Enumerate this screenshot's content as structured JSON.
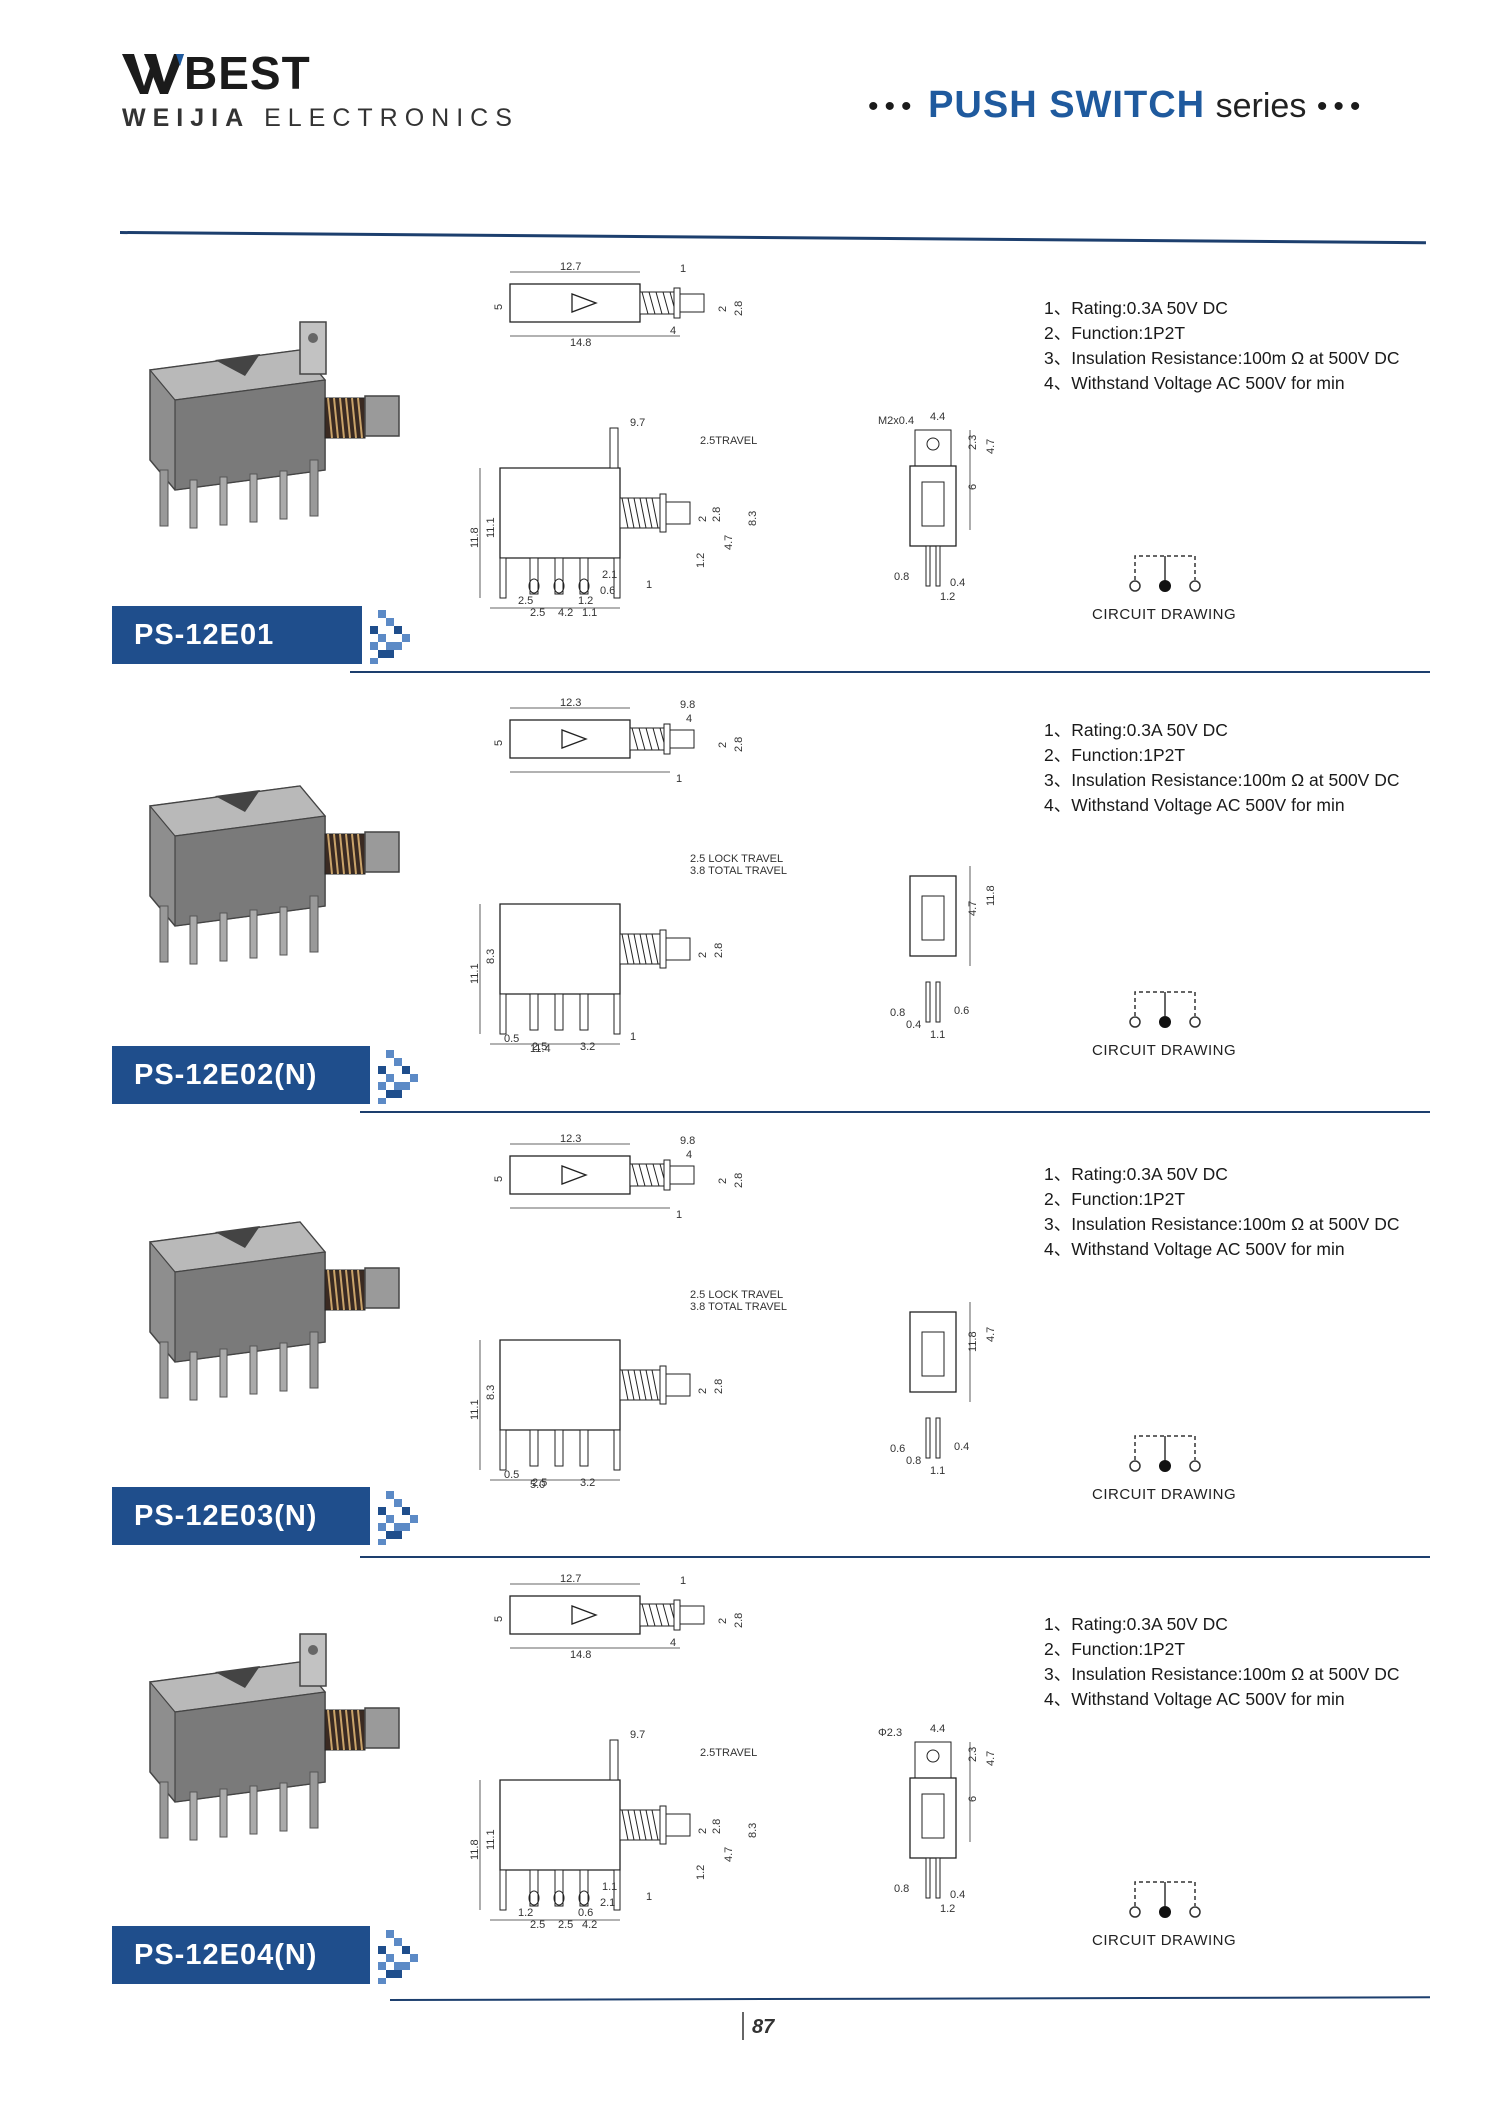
{
  "header": {
    "brand": "BEST",
    "company_bold": "WEIJIA",
    "company_rest": " ELECTRONICS",
    "series_product": "PUSH SWITCH",
    "series_suffix": "series",
    "dots": "•••"
  },
  "sections": [
    {
      "model": "PS-12E01",
      "specs": [
        "1、Rating:0.3A 50V DC",
        "2、Function:1P2T",
        "3、Insulation Resistance:100m Ω at 500V DC",
        "4、Withstand Voltage AC 500V for min"
      ],
      "circuit_label": "CIRCUIT DRAWING",
      "dims_top": [
        "12.7",
        "1",
        "5",
        "14.8",
        "4",
        "2",
        "2.8"
      ],
      "dims_side": [
        "9.7",
        "2.5TRAVEL",
        "11.8",
        "11.1",
        "2",
        "2.8",
        "4.7",
        "8.3",
        "1.2",
        "2.1",
        "0.6",
        "1.2",
        "2.5",
        "2.5",
        "4.2",
        "1.1",
        "1"
      ],
      "dims_front": [
        "M2x0.4",
        "4.4",
        "2.3",
        "4.7",
        "6",
        "0.8",
        "0.4",
        "1.2"
      ]
    },
    {
      "model": "PS-12E02(N)",
      "specs": [
        "1、Rating:0.3A 50V DC",
        "2、Function:1P2T",
        "3、Insulation Resistance:100m Ω at 500V DC",
        "4、Withstand Voltage AC 500V for min"
      ],
      "circuit_label": "CIRCUIT DRAWING",
      "dims_top": [
        "12.3",
        "9.8",
        "4",
        "5",
        "2",
        "2.8",
        "1"
      ],
      "dims_side": [
        "2.5 LOCK TRAVEL",
        "3.8 TOTAL TRAVEL",
        "11.1",
        "8.3",
        "2",
        "2.8",
        "0.5",
        "2.5",
        "3.2",
        "11.4",
        "1"
      ],
      "dims_front": [
        "4.7",
        "11.8",
        "0.8",
        "0.4",
        "0.6",
        "1.1"
      ]
    },
    {
      "model": "PS-12E03(N)",
      "specs": [
        "1、Rating:0.3A 50V DC",
        "2、Function:1P2T",
        "3、Insulation Resistance:100m Ω at 500V DC",
        "4、Withstand Voltage AC 500V for min"
      ],
      "circuit_label": "CIRCUIT DRAWING",
      "dims_top": [
        "12.3",
        "9.8",
        "4",
        "5",
        "2",
        "2.8",
        "1"
      ],
      "dims_side": [
        "2.5 LOCK TRAVEL",
        "3.8 TOTAL TRAVEL",
        "11.1",
        "8.3",
        "2",
        "2.8",
        "0.5",
        "2.5",
        "3.2",
        "5.0"
      ],
      "dims_front": [
        "11.8",
        "4.7",
        "0.6",
        "0.8",
        "0.4",
        "1.1"
      ]
    },
    {
      "model": "PS-12E04(N)",
      "specs": [
        "1、Rating:0.3A 50V DC",
        "2、Function:1P2T",
        "3、Insulation Resistance:100m Ω at 500V DC",
        "4、Withstand Voltage AC 500V for min"
      ],
      "circuit_label": "CIRCUIT DRAWING",
      "dims_top": [
        "12.7",
        "1",
        "5",
        "14.8",
        "4",
        "2",
        "2.8"
      ],
      "dims_side": [
        "9.7",
        "2.5TRAVEL",
        "11.8",
        "11.1",
        "2",
        "2.8",
        "4.7",
        "8.3",
        "1.2",
        "1.1",
        "2.1",
        "0.6",
        "1.2",
        "2.5",
        "2.5",
        "4.2",
        "1"
      ],
      "dims_front": [
        "Φ2.3",
        "4.4",
        "2.3",
        "4.7",
        "6",
        "0.8",
        "0.4",
        "1.2"
      ]
    }
  ],
  "page_number": "87",
  "colors": {
    "accent_blue": "#1f4e8c",
    "rule": "#1d3f6e",
    "title_blue": "#1f5a9e"
  },
  "icons": [
    "logo-w-mark",
    "badge-chevron-arrow",
    "circuit-drawing-symbol"
  ]
}
